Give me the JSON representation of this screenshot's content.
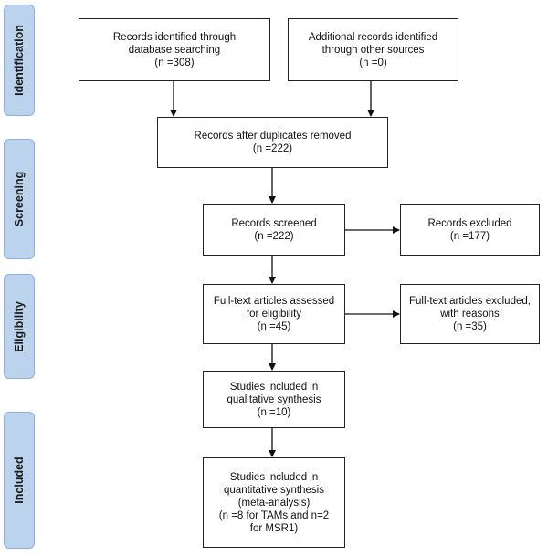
{
  "stages": {
    "identification": "Identification",
    "screening": "Screening",
    "eligibility": "Eligibility",
    "included": "Included"
  },
  "boxes": {
    "db_search": [
      "Records identified through",
      "database searching",
      "(n =308)"
    ],
    "other_sources": [
      "Additional records identified",
      "through other sources",
      "(n =0)"
    ],
    "after_duplicates": [
      "Records after duplicates removed",
      "(n =222)"
    ],
    "screened": [
      "Records screened",
      "(n =222)"
    ],
    "excluded": [
      "Records excluded",
      "(n =177)"
    ],
    "fulltext_assessed": [
      "Full-text articles assessed",
      "for eligibility",
      "(n =45)"
    ],
    "fulltext_excluded": [
      "Full-text articles excluded,",
      "with reasons",
      "(n =35)"
    ],
    "qualitative": [
      "Studies included in",
      "qualitative synthesis",
      "(n =10)"
    ],
    "quantitative": [
      "Studies included in",
      "quantitative synthesis",
      "(meta-analysis)",
      "(n =8 for TAMs and n=2",
      "for MSR1)"
    ]
  },
  "colors": {
    "stage_fill": "#bcd3ee",
    "stage_border": "#8fb0d9",
    "box_border": "#222222",
    "arrow": "#111111"
  }
}
